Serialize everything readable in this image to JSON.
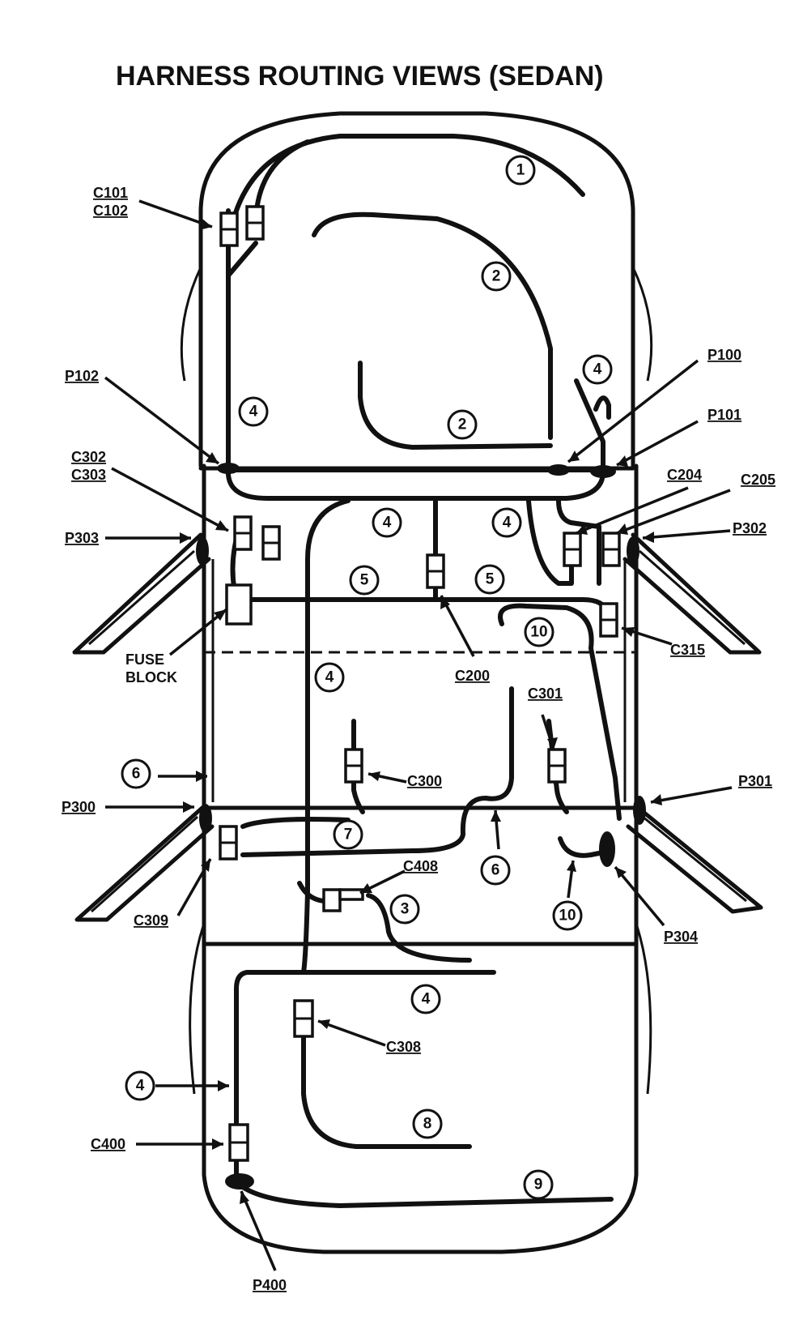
{
  "title": "HARNESS ROUTING VIEWS (SEDAN)",
  "connector_labels": {
    "c101": "C101",
    "c102": "C102",
    "p102": "P102",
    "p100": "P100",
    "p101": "P101",
    "c302": "C302",
    "c303": "C303",
    "p303": "P303",
    "c204": "C204",
    "c205": "C205",
    "p302": "P302",
    "fuse_block_line1": "FUSE",
    "fuse_block_line2": "BLOCK",
    "c315": "C315",
    "c200": "C200",
    "c301": "C301",
    "c300": "C300",
    "p301": "P301",
    "p300": "P300",
    "c408": "C408",
    "c309": "C309",
    "p304": "P304",
    "c308": "C308",
    "c400": "C400",
    "p400": "P400"
  },
  "harness_callouts": {
    "n1": "1",
    "n2a": "2",
    "n2b": "2",
    "n4_rf": "4",
    "n4_lf": "4",
    "n4_mid_l": "4",
    "n4_mid_r": "4",
    "n5_l": "5",
    "n5_r": "5",
    "n10_top": "10",
    "n4_center": "4",
    "n6_left": "6",
    "n7": "7",
    "n3": "3",
    "n6_center": "6",
    "n10_bot": "10",
    "n4_rear": "4",
    "n8": "8",
    "n4_rear_l": "4",
    "n9": "9"
  }
}
